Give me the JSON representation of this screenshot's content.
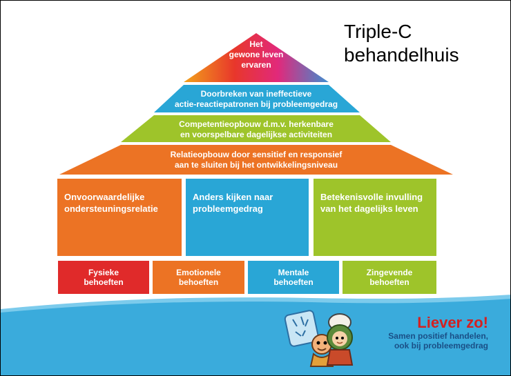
{
  "title": {
    "line1": "Triple-C",
    "line2": "behandelhuis"
  },
  "roof": {
    "line1": "Het",
    "line2": "gewone leven",
    "line3": "ervaren"
  },
  "bands": [
    {
      "line1": "Doorbreken van ineffectieve",
      "line2": "actie-reactiepatronen bij probleemgedrag",
      "color": "#29a6d6"
    },
    {
      "line1": "Competentieopbouw d.m.v. herkenbare",
      "line2": "en voorspelbare dagelijkse activiteiten",
      "color": "#9ec42a"
    },
    {
      "line1": "Relatieopbouw door sensitief en responsief",
      "line2": "aan te sluiten bij het ontwikkelingsniveau",
      "color": "#ec7324"
    }
  ],
  "pillars": [
    {
      "text": "Onvoorwaardelijke ondersteuningsrelatie",
      "color": "#ec7324"
    },
    {
      "text": "Anders kijken naar probleemgedrag",
      "color": "#29a6d6"
    },
    {
      "text": "Betekenisvolle invulling van het dagelijks leven",
      "color": "#9ec42a"
    }
  ],
  "needs": [
    {
      "line1": "Fysieke",
      "line2": "behoeften",
      "color": "#e02a2a"
    },
    {
      "line1": "Emotionele",
      "line2": "behoeften",
      "color": "#ec7324"
    },
    {
      "line1": "Mentale",
      "line2": "behoeften",
      "color": "#29a6d6"
    },
    {
      "line1": "Zingevende",
      "line2": "behoeften",
      "color": "#9ec42a"
    }
  ],
  "brand": {
    "title": "Liever zo!",
    "sub1": "Samen positief handelen,",
    "sub2": "ook bij probleemgedrag"
  },
  "colors": {
    "footer": "#3aabdc",
    "footer_light": "#7ccbec"
  }
}
